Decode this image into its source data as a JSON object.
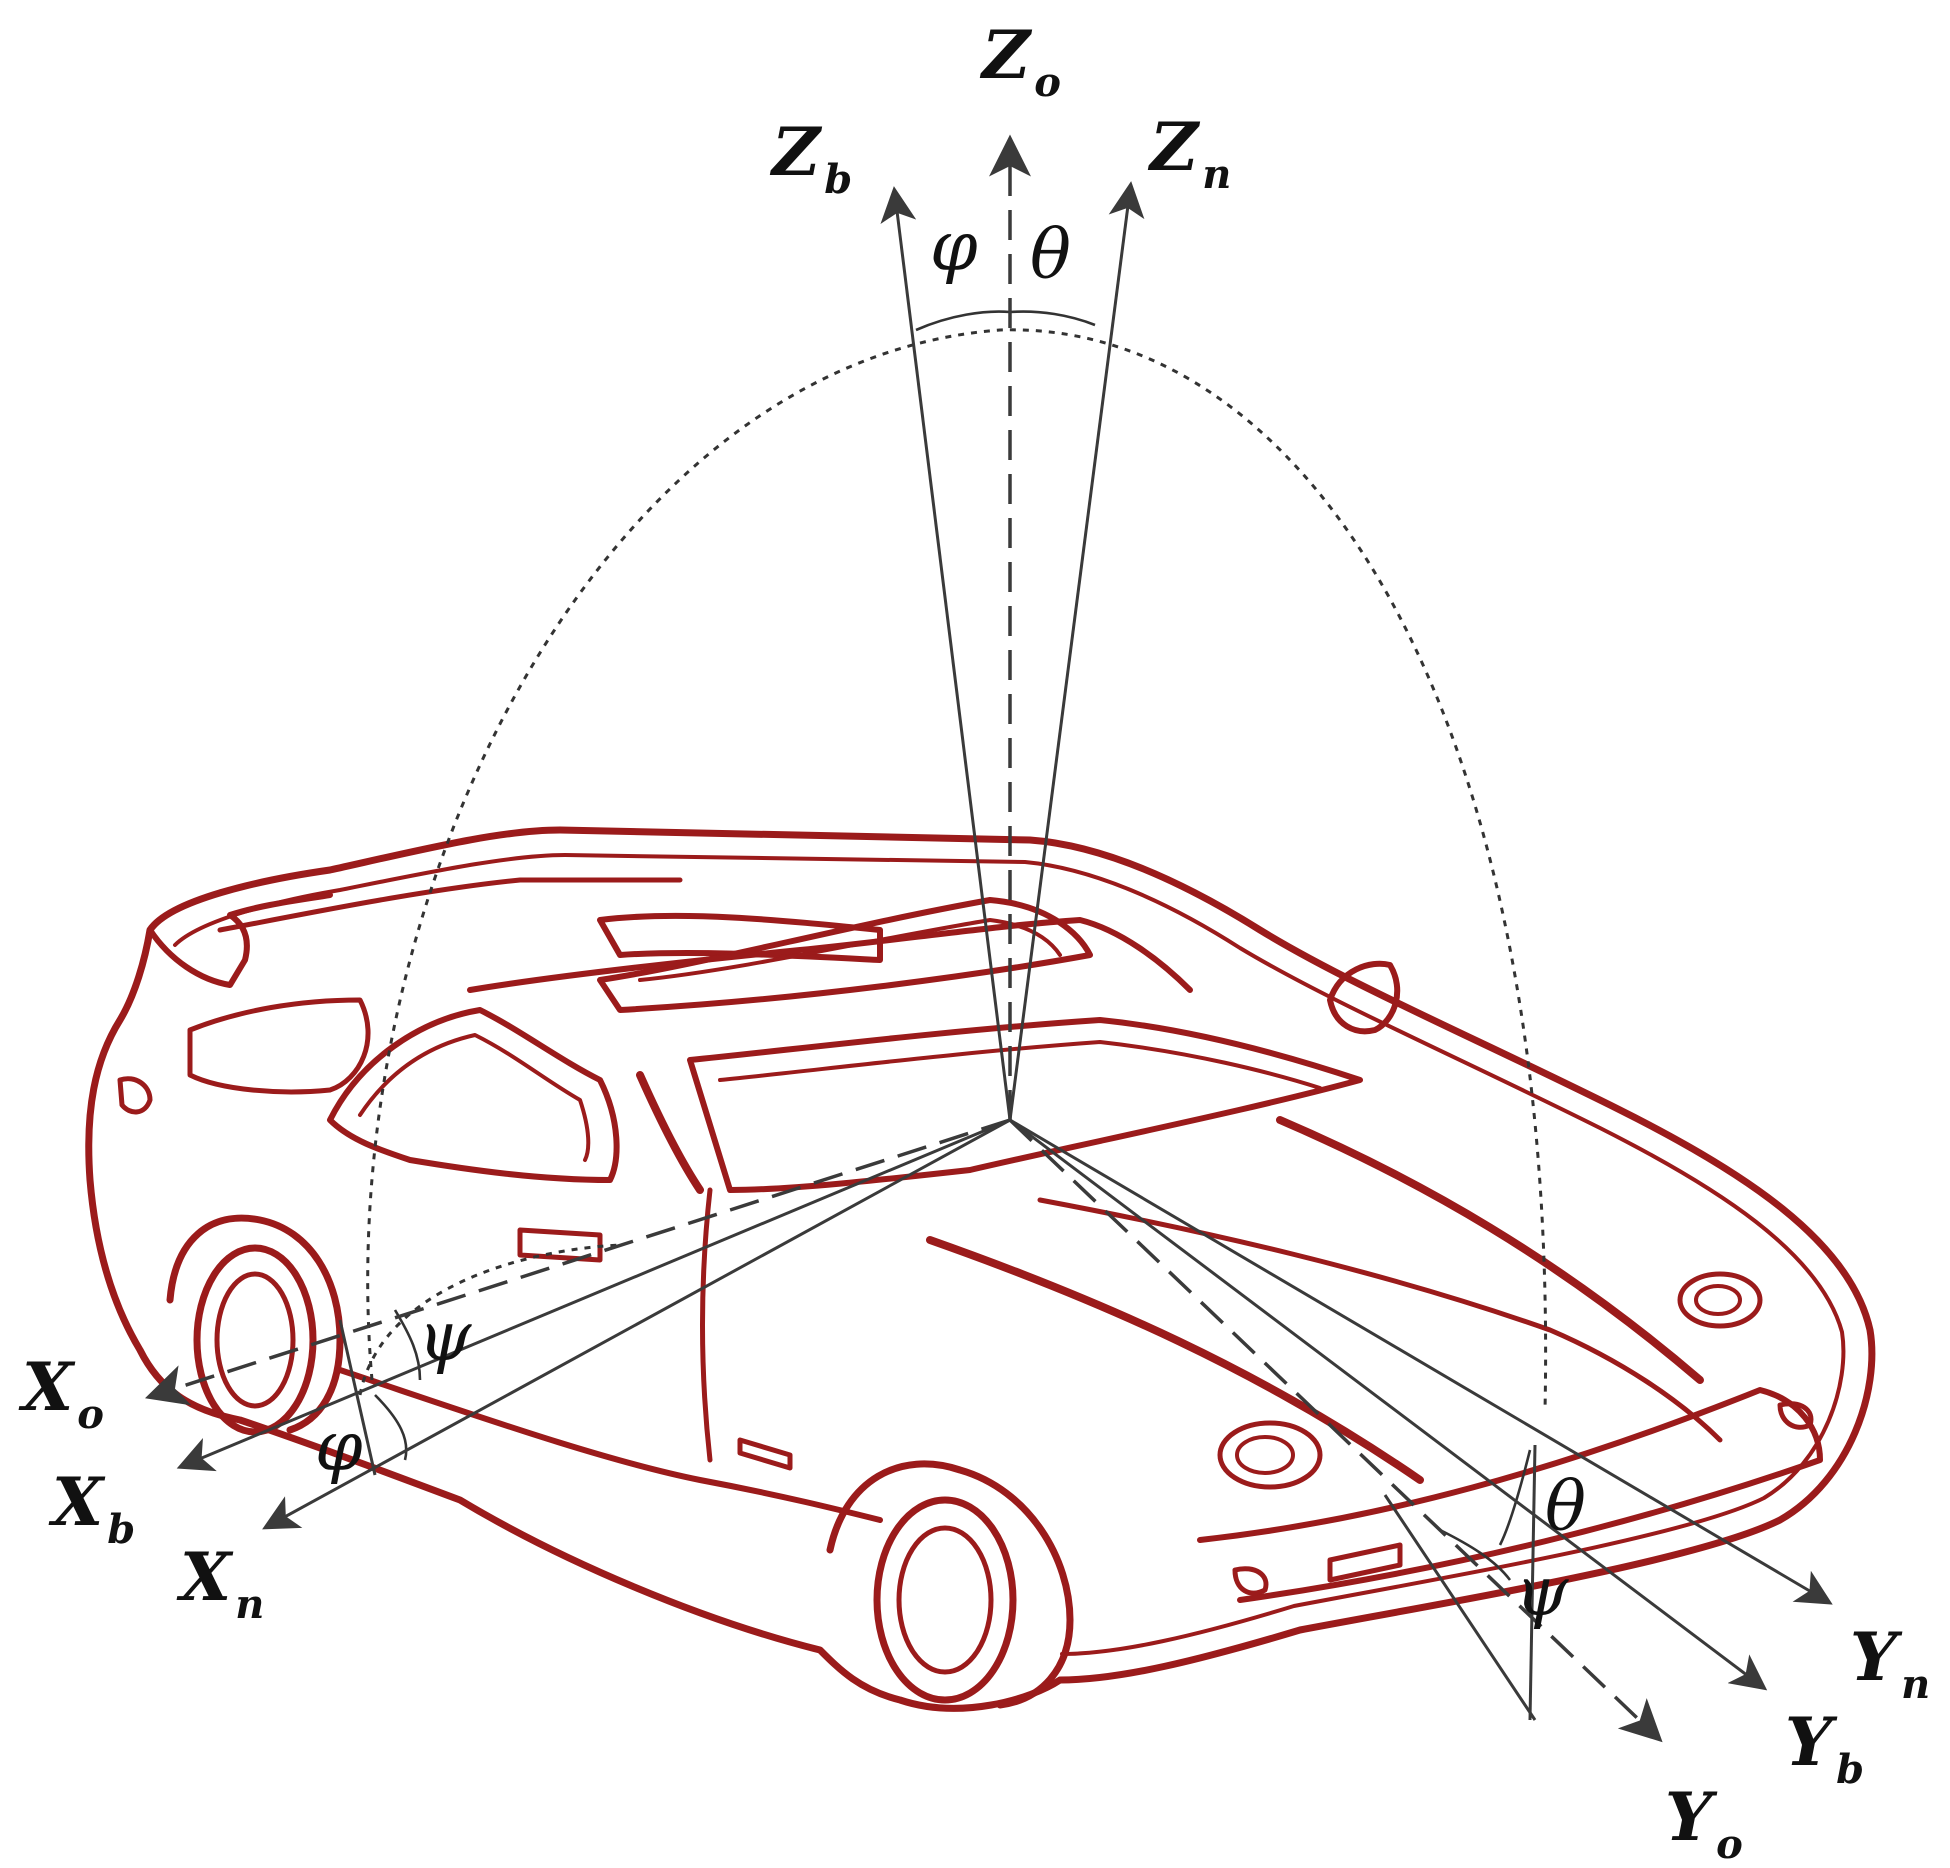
{
  "colors": {
    "car": "#9b1b1b",
    "axis": "#3a3a3a",
    "background": "#ffffff"
  },
  "axes": {
    "z_o": {
      "main": "Z",
      "sub": "o"
    },
    "z_b": {
      "main": "Z",
      "sub": "b"
    },
    "z_n": {
      "main": "Z",
      "sub": "n"
    },
    "x_o": {
      "main": "X",
      "sub": "o"
    },
    "x_b": {
      "main": "X",
      "sub": "b"
    },
    "x_n": {
      "main": "X",
      "sub": "n"
    },
    "y_o": {
      "main": "Y",
      "sub": "o"
    },
    "y_b": {
      "main": "Y",
      "sub": "b"
    },
    "y_n": {
      "main": "Y",
      "sub": "n"
    }
  },
  "angles": {
    "roll": "φ",
    "pitch": "θ",
    "yaw": "ψ"
  }
}
